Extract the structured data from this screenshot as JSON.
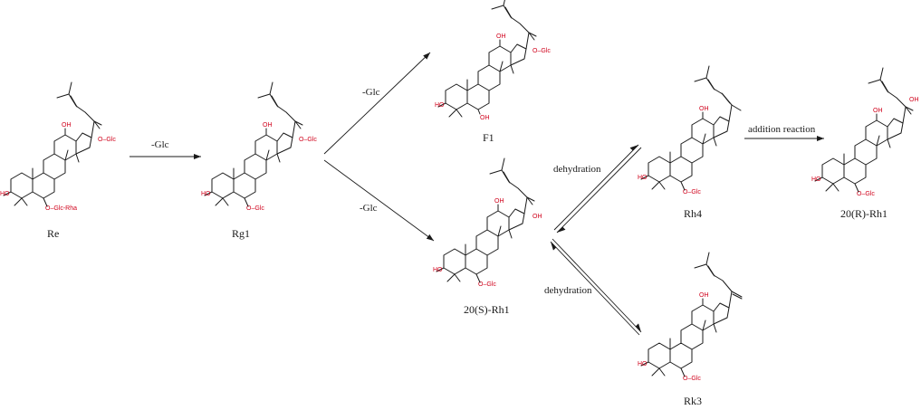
{
  "compounds": {
    "re": {
      "name": "Re",
      "c6_sub": "O–Glc-Rha",
      "c20_sub": "O–Glc"
    },
    "rg1": {
      "name": "Rg1",
      "c6_sub": "O–Glc",
      "c20_sub": "O–Glc"
    },
    "f1": {
      "name": "F1",
      "c6_sub": "OH",
      "c20_sub": "O–Glc"
    },
    "rh1s": {
      "name": "20(S)-Rh1",
      "c6_sub": "O–Glc",
      "c20_sub": "OH"
    },
    "rh4": {
      "name": "Rh4",
      "c6_sub": "O–Glc"
    },
    "rh1r": {
      "name": "20(R)-Rh1",
      "c6_sub": "O–Glc",
      "c20_sub": "OH"
    },
    "rk3": {
      "name": "Rk3",
      "c6_sub": "O–Glc"
    }
  },
  "atoms": {
    "oh": "OH",
    "ho": "HO"
  },
  "reactions": {
    "re_to_rg1": "-Glc",
    "rg1_to_f1": "-Glc",
    "rg1_to_rh1": "-Glc",
    "rh1_to_rh4": "dehydration",
    "rh1_to_rk3": "dehydration",
    "rh4_to_rh1r": "addition reaction"
  }
}
